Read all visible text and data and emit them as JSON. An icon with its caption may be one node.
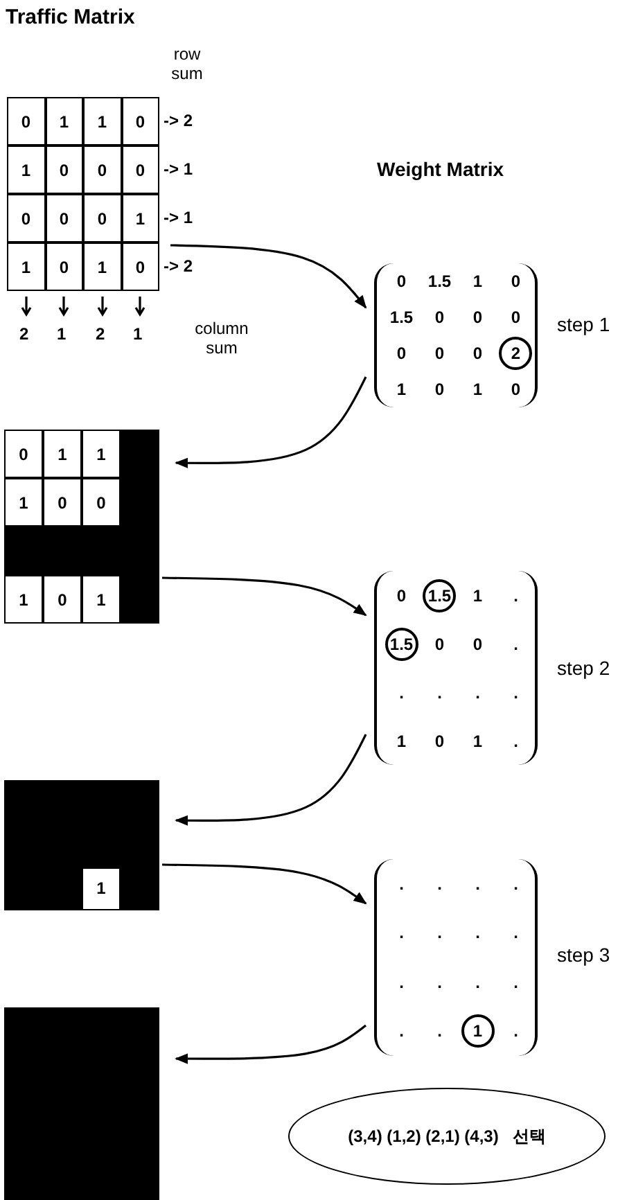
{
  "diagram": {
    "nodes": [
      {
        "text": [
          "Traffic Matrix",
          "0",
          "1",
          "1",
          "0",
          "1",
          "0",
          "0",
          "0",
          "0",
          "0",
          "0",
          "1",
          "1",
          "0",
          "1",
          "0"
        ]
      },
      {
        "text": [
          "0",
          "1.5",
          "1",
          "0",
          "1.5",
          "0",
          "0",
          "0",
          "0",
          "0",
          "0",
          "2",
          "1",
          "0",
          "1",
          "0"
        ],
        "beside": [
          "step 1"
        ]
      },
      {
        "text": [
          "0",
          "1",
          "1",
          "1",
          "0",
          "0",
          "1",
          "0",
          "1"
        ]
      },
      {
        "text": [
          "0",
          "1.5",
          "1",
          ".",
          "1.5",
          "0",
          "0",
          ".",
          ".",
          ".",
          ".",
          ".",
          "1",
          "0",
          "1",
          "."
        ],
        "beside": [
          "step 2"
        ]
      },
      {
        "text": [
          "1"
        ]
      },
      {
        "text": [
          ".",
          ".",
          ".",
          ".",
          ".",
          ".",
          ".",
          ".",
          ".",
          ".",
          ".",
          ".",
          ".",
          ".",
          "1",
          "."
        ],
        "beside": [
          "step 3"
        ]
      },
      {
        "text": [],
        "shape": "box"
      },
      {
        "text": [
          "(3,4) (1,2) (2,1) (4,3)   선택"
        ]
      }
    ],
    "edges": [
      {
        "from": 0,
        "to": 1,
        "arrow": "to"
      },
      {
        "from": 1,
        "to": 2,
        "arrow": "to"
      },
      {
        "from": 2,
        "to": 3,
        "arrow": "to"
      },
      {
        "from": 3,
        "to": 4,
        "arrow": "to"
      },
      {
        "from": 4,
        "to": 5,
        "arrow": "to"
      },
      {
        "from": 5,
        "to": 6,
        "arrow": "to"
      }
    ],
    "labels": [
      "row sum",
      "-> 2",
      "-> 1",
      "-> 1",
      "-> 2",
      "2",
      "1",
      "2",
      "1",
      "column sum",
      "Weight Matrix"
    ]
  }
}
